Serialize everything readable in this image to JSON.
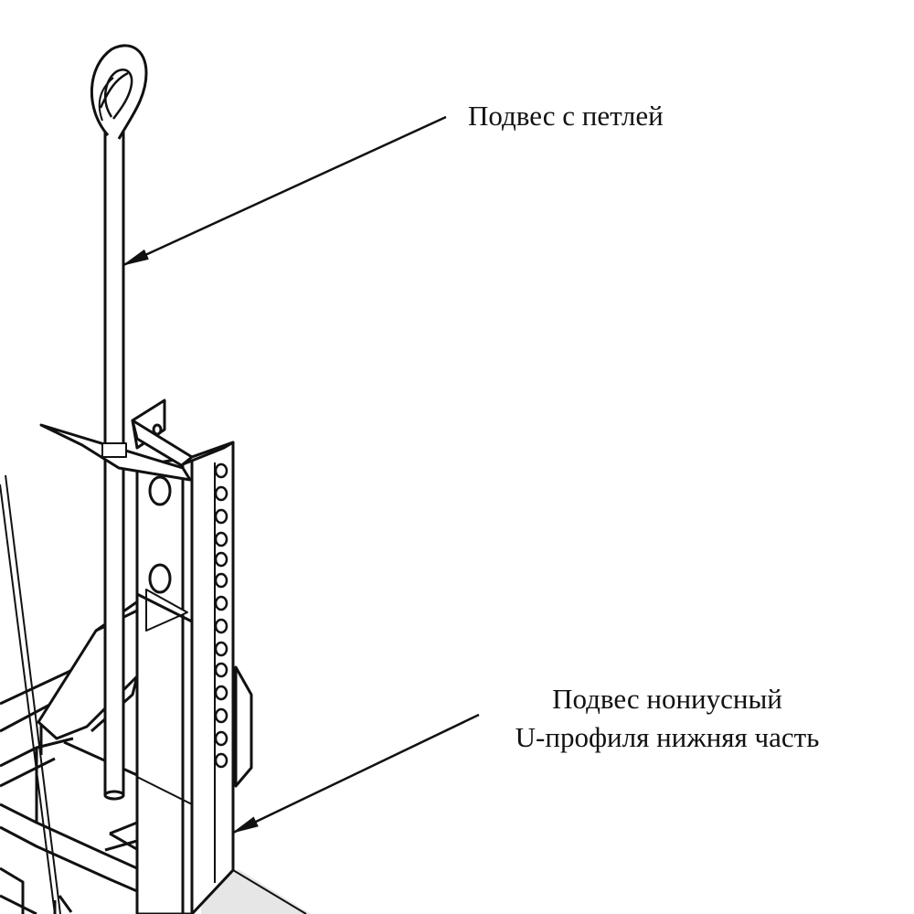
{
  "labels": {
    "loop_hanger": "Подвес с петлей",
    "nonius_line1": "Подвес нониусный",
    "nonius_line2": "U-профиля нижняя часть"
  },
  "colors": {
    "stroke": "#111111",
    "floor_fill": "#e6e6e6",
    "background": "#ffffff"
  }
}
